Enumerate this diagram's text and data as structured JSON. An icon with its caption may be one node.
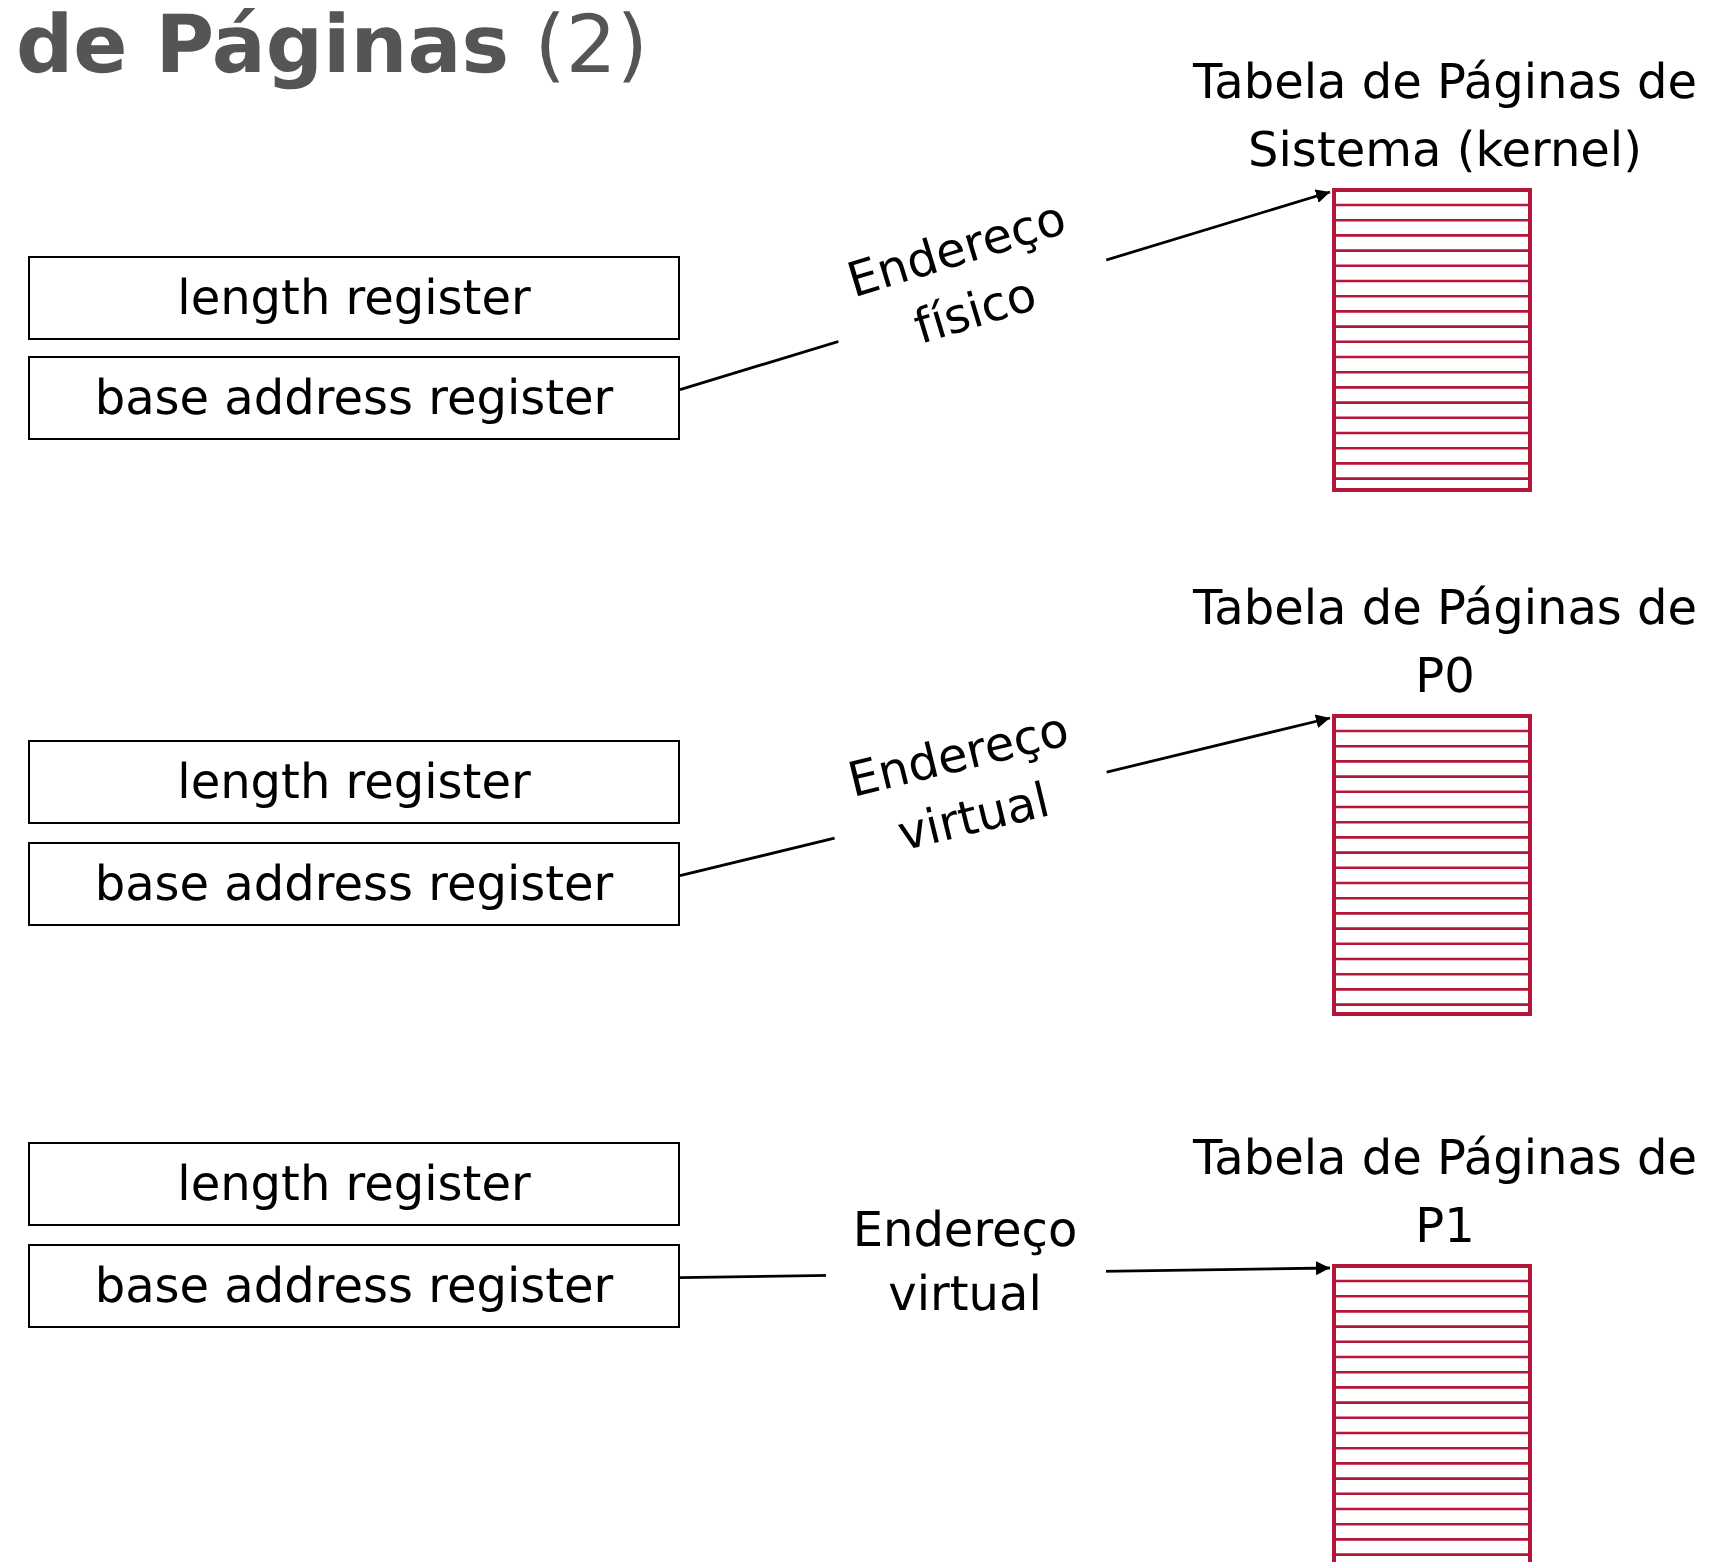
{
  "diagram": {
    "title": "**de Páginas** (2)",
    "nodes": [
      {
        "text": [
          "length register"
        ]
      },
      {
        "text": [
          "base address register"
        ]
      },
      {
        "text": [
          "Tabela de Páginas de Sistema (kernel)"
        ]
      },
      {
        "text": [
          "length register"
        ]
      },
      {
        "text": [
          "base address register"
        ]
      },
      {
        "text": [
          "Tabela de Páginas de P0"
        ]
      },
      {
        "text": [
          "length register"
        ]
      },
      {
        "text": [
          "base address register"
        ]
      },
      {
        "text": [
          "Tabela de Páginas de P1"
        ]
      }
    ],
    "edges": [
      {
        "from": 1,
        "to": 2,
        "arrow": "to",
        "label": "Endereço físico"
      },
      {
        "from": 4,
        "to": 5,
        "arrow": "to",
        "label": "Endereço virtual"
      },
      {
        "from": 7,
        "to": 8,
        "arrow": "to",
        "label": "Endereço virtual"
      }
    ]
  }
}
